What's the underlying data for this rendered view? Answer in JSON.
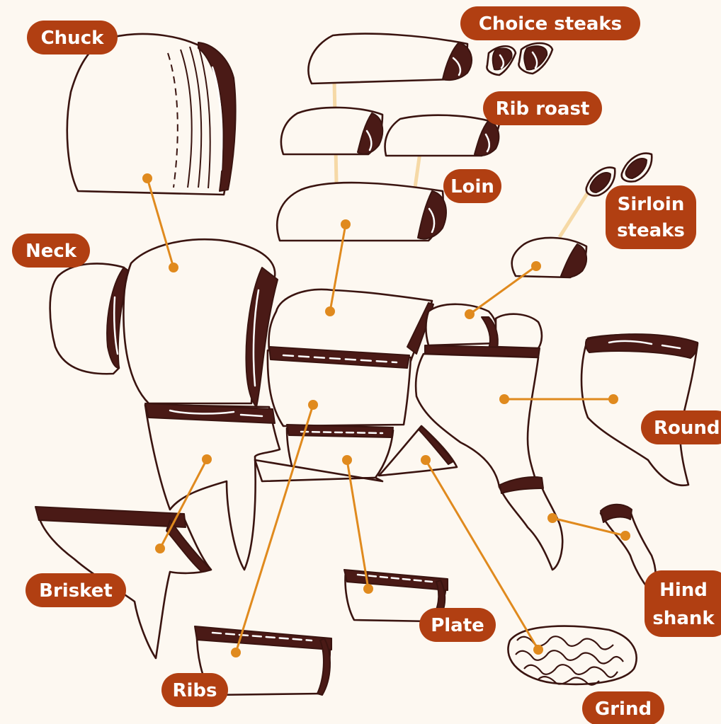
{
  "colors": {
    "background": "#fdf8f1",
    "outline": "#3a1410",
    "meat": "#4a1a16",
    "fat": "#ffffff",
    "leader": "#e08a1e",
    "ghost_leader": "#f6d9a6",
    "label_fill": "#b13f12",
    "label_text": "#ffffff"
  },
  "labels": {
    "chuck": "Chuck",
    "choice_steaks": "Choice steaks",
    "rib_roast": "Rib roast",
    "loin": "Loin",
    "sirloin_line1": "Sirloin",
    "sirloin_line2": "steaks",
    "neck": "Neck",
    "round": "Round",
    "brisket": "Brisket",
    "hind_line1": "Hind",
    "hind_line2": "shank",
    "plate": "Plate",
    "ribs": "Ribs",
    "grind": "Grind"
  }
}
